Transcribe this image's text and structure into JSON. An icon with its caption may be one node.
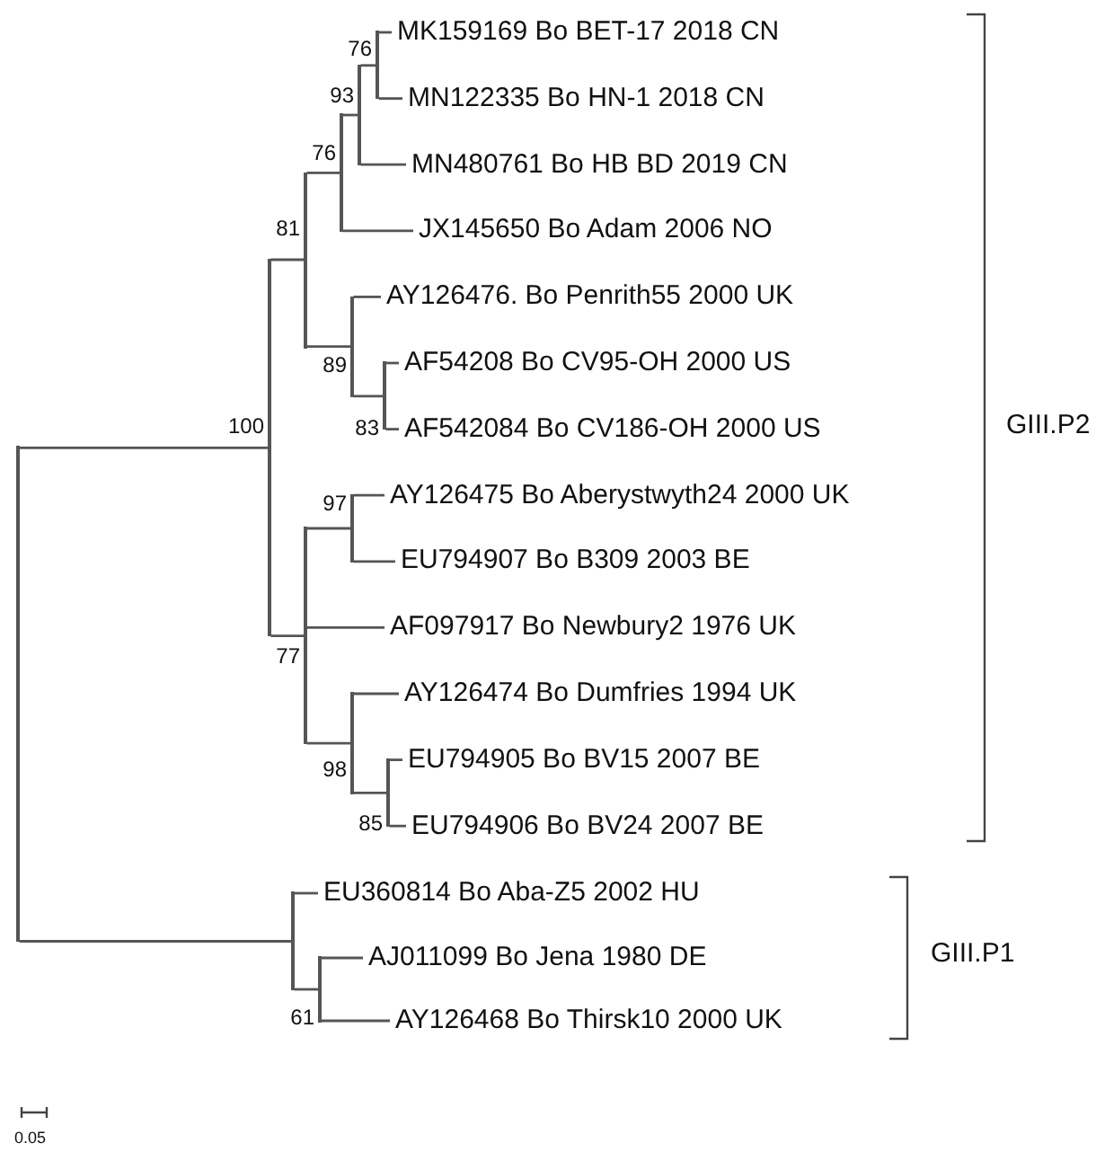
{
  "diagram": {
    "nodes": [
      {
        "text": [],
        "shape": "bar"
      },
      {
        "text": [],
        "shape": "bar",
        "beside": [
          "100"
        ]
      },
      {
        "text": [],
        "shape": "bar",
        "beside": [
          "81"
        ]
      },
      {
        "text": [],
        "shape": "bar",
        "beside": [
          "76"
        ]
      },
      {
        "text": [],
        "shape": "bar",
        "beside": [
          "93"
        ]
      },
      {
        "text": [],
        "shape": "bar",
        "beside": [
          "76"
        ]
      },
      {
        "text": [
          "MK159169 Bo BET-17 2018 CN"
        ]
      },
      {
        "text": [
          "MN122335 Bo HN-1 2018 CN"
        ]
      },
      {
        "text": [
          "MN480761 Bo HB BD 2019 CN"
        ]
      },
      {
        "text": [
          "JX145650 Bo Adam 2006 NO"
        ]
      },
      {
        "text": [],
        "shape": "bar",
        "beside": [
          "89"
        ]
      },
      {
        "text": [
          "AY126476. Bo Penrith55 2000 UK"
        ]
      },
      {
        "text": [],
        "shape": "bar",
        "beside": [
          "83"
        ]
      },
      {
        "text": [
          "AF54208 Bo CV95-OH 2000 US"
        ]
      },
      {
        "text": [
          "AF542084 Bo CV186-OH 2000 US"
        ]
      },
      {
        "text": [],
        "shape": "bar",
        "beside": [
          "77"
        ]
      },
      {
        "text": [],
        "shape": "bar",
        "beside": [
          "97"
        ]
      },
      {
        "text": [
          "AY126475 Bo Aberystwyth24 2000 UK"
        ]
      },
      {
        "text": [
          "EU794907 Bo B309 2003 BE"
        ]
      },
      {
        "text": [
          "AF097917 Bo Newbury2 1976 UK"
        ]
      },
      {
        "text": [],
        "shape": "bar",
        "beside": [
          "98"
        ]
      },
      {
        "text": [
          "AY126474 Bo Dumfries 1994 UK"
        ]
      },
      {
        "text": [],
        "shape": "bar",
        "beside": [
          "85"
        ]
      },
      {
        "text": [
          "EU794905 Bo BV15 2007 BE"
        ]
      },
      {
        "text": [
          "EU794906 Bo BV24 2007 BE"
        ]
      },
      {
        "text": [],
        "shape": "bar"
      },
      {
        "text": [
          "EU360814 Bo Aba-Z5 2002 HU"
        ]
      },
      {
        "text": [],
        "shape": "bar",
        "beside": [
          "61"
        ]
      },
      {
        "text": [
          "AJ011099 Bo Jena 1980 DE"
        ]
      },
      {
        "text": [
          "AY126468 Bo Thirsk10 2000 UK"
        ]
      }
    ],
    "edges": [
      {
        "from": 0,
        "to": 1,
        "arrow": "none"
      },
      {
        "from": 1,
        "to": 2,
        "arrow": "none"
      },
      {
        "from": 2,
        "to": 3,
        "arrow": "none"
      },
      {
        "from": 3,
        "to": 4,
        "arrow": "none"
      },
      {
        "from": 4,
        "to": 5,
        "arrow": "none"
      },
      {
        "from": 5,
        "to": 6,
        "arrow": "none"
      },
      {
        "from": 5,
        "to": 7,
        "arrow": "none"
      },
      {
        "from": 4,
        "to": 8,
        "arrow": "none"
      },
      {
        "from": 3,
        "to": 9,
        "arrow": "none"
      },
      {
        "from": 2,
        "to": 10,
        "arrow": "none"
      },
      {
        "from": 10,
        "to": 11,
        "arrow": "none"
      },
      {
        "from": 10,
        "to": 12,
        "arrow": "none"
      },
      {
        "from": 12,
        "to": 13,
        "arrow": "none"
      },
      {
        "from": 12,
        "to": 14,
        "arrow": "none"
      },
      {
        "from": 1,
        "to": 15,
        "arrow": "none"
      },
      {
        "from": 15,
        "to": 16,
        "arrow": "none"
      },
      {
        "from": 16,
        "to": 17,
        "arrow": "none"
      },
      {
        "from": 16,
        "to": 18,
        "arrow": "none"
      },
      {
        "from": 15,
        "to": 19,
        "arrow": "none"
      },
      {
        "from": 15,
        "to": 20,
        "arrow": "none"
      },
      {
        "from": 20,
        "to": 21,
        "arrow": "none"
      },
      {
        "from": 20,
        "to": 22,
        "arrow": "none"
      },
      {
        "from": 22,
        "to": 23,
        "arrow": "none"
      },
      {
        "from": 22,
        "to": 24,
        "arrow": "none"
      },
      {
        "from": 0,
        "to": 25,
        "arrow": "none"
      },
      {
        "from": 25,
        "to": 26,
        "arrow": "none"
      },
      {
        "from": 25,
        "to": 27,
        "arrow": "none"
      },
      {
        "from": 27,
        "to": 28,
        "arrow": "none"
      },
      {
        "from": 27,
        "to": 29,
        "arrow": "none"
      }
    ],
    "labels": [
      "GIII.P2",
      "GIII.P1",
      "0.05"
    ]
  }
}
